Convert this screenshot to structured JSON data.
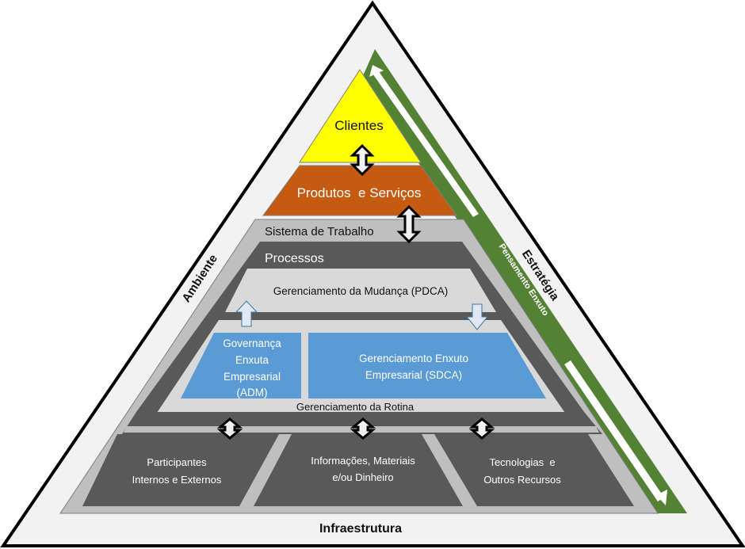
{
  "diagram": {
    "outer_sides": {
      "left": "Ambiente",
      "right": "Estratégia",
      "bottom": "Infraestrutura"
    },
    "band": {
      "label": "Pensamento Enxuto",
      "color": "#548235"
    },
    "levels": {
      "clientes": {
        "label": "Clientes",
        "color": "#ffff00"
      },
      "produtos": {
        "label": "Produtos  e Serviços",
        "color": "#c55a11"
      },
      "sistema": {
        "label": "Sistema de Trabalho",
        "color": "#bfbfbf"
      },
      "processos": {
        "label": "Processos",
        "color": "#595959"
      },
      "mudanca": {
        "label": "Gerenciamento da Mudança (PDCA)",
        "color": "#d9d9d9"
      },
      "governanca": {
        "lines": [
          "Governança",
          "Enxuta",
          "Empresarial",
          "(ADM)"
        ],
        "color": "#5b9bd5"
      },
      "gee": {
        "lines": [
          "Gerenciamento Enxuto",
          "Empresarial (SDCA)"
        ],
        "color": "#5b9bd5"
      },
      "rotina": {
        "label": "Gerenciamento da Rotina",
        "color": "#d9d9d9"
      }
    },
    "resources": [
      {
        "lines": [
          "Participantes",
          "Internos e Externos"
        ]
      },
      {
        "lines": [
          "Informações, Materiais",
          "e/ou Dinheiro"
        ]
      },
      {
        "lines": [
          "Tecnologias  e",
          "Outros Recursos"
        ]
      }
    ],
    "colors": {
      "outer_fill": "#f2f2f2",
      "outer_stroke": "#000000",
      "dark_gray": "#595959",
      "light_gray": "#bfbfbf",
      "arrow_outline_blue": "#41719c"
    }
  }
}
